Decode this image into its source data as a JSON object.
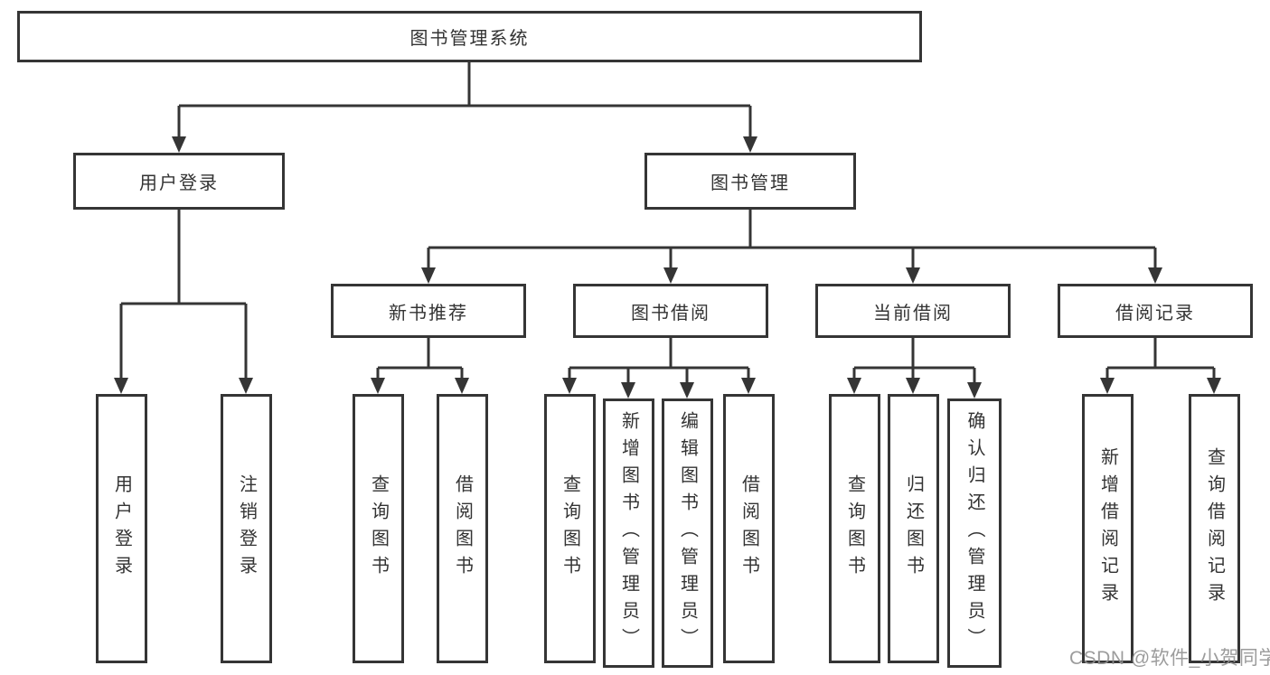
{
  "diagram": {
    "watermark": "CSDN @软件_小贺同学",
    "nodes": {
      "root": "图书管理系统",
      "user_login": "用户登录",
      "book_management": "图书管理",
      "leaf_user_login": "用户登录",
      "leaf_logout": "注销登录",
      "new_book_recommend": "新书推荐",
      "book_borrowing": "图书借阅",
      "current_borrowing": "当前借阅",
      "borrowing_records": "借阅记录",
      "nbr_query_books": "查询图书",
      "nbr_borrow_books": "借阅图书",
      "bb_query_books": "查询图书",
      "bb_add_books": "新增图书（管理员）",
      "bb_edit_books": "编辑图书（管理员）",
      "bb_borrow_books": "借阅图书",
      "cb_query_books": "查询图书",
      "cb_return_books": "归还图书",
      "cb_confirm_return": "确认归还（管理员）",
      "br_add_record": "新增借阅记录",
      "br_query_record": "查询借阅记录"
    },
    "colors": {
      "line": "#353535",
      "text": "#333333",
      "watermark": "#919191",
      "background": "#ffffff"
    }
  }
}
